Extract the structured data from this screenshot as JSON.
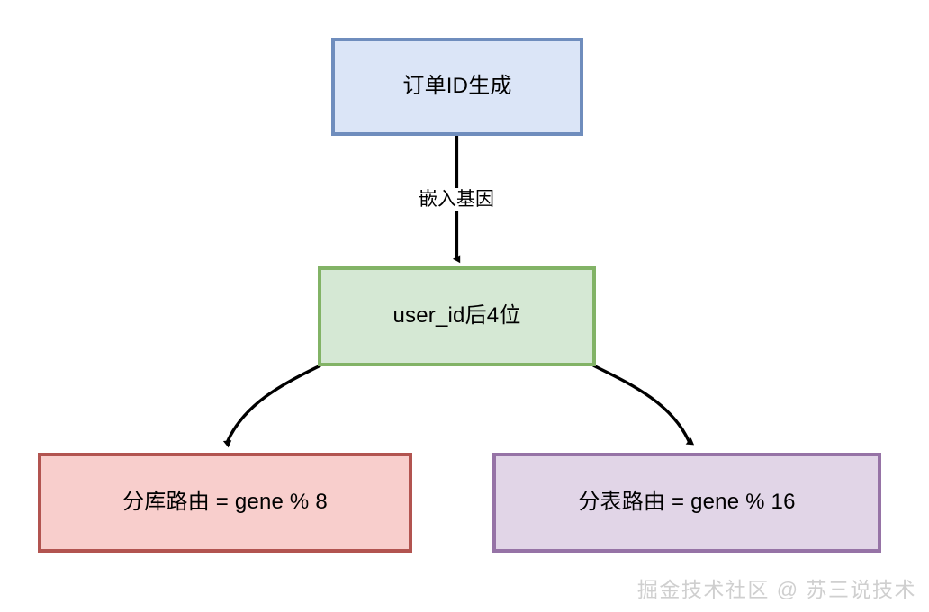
{
  "diagram": {
    "title_text_present": false,
    "nodes": [
      {
        "id": "order-id",
        "label": "订单ID生成",
        "fill": "#dbe5f7",
        "stroke": "#6f8dbd"
      },
      {
        "id": "user-gene",
        "label": "user_id后4位",
        "fill": "#d5e8d4",
        "stroke": "#82b366"
      },
      {
        "id": "db-route",
        "label": "分库路由 = gene % 8",
        "fill": "#f8cecc",
        "stroke": "#b25450"
      },
      {
        "id": "table-route",
        "label": "分表路由 = gene % 16",
        "fill": "#e1d5e7",
        "stroke": "#9673a6"
      }
    ],
    "edges": [
      {
        "id": "order-to-gene",
        "from": "order-id",
        "to": "user-gene",
        "label": "嵌入基因",
        "style": "straight-vertical-arrow",
        "color": "#000000"
      },
      {
        "id": "gene-to-db",
        "from": "user-gene",
        "to": "db-route",
        "label": "",
        "style": "curved-arrow",
        "color": "#000000"
      },
      {
        "id": "gene-to-table",
        "from": "user-gene",
        "to": "table-route",
        "label": "",
        "style": "curved-arrow",
        "color": "#000000"
      }
    ]
  },
  "watermark": {
    "text": "掘金技术社区 @ 苏三说技术",
    "color": "#cfcfcf"
  }
}
